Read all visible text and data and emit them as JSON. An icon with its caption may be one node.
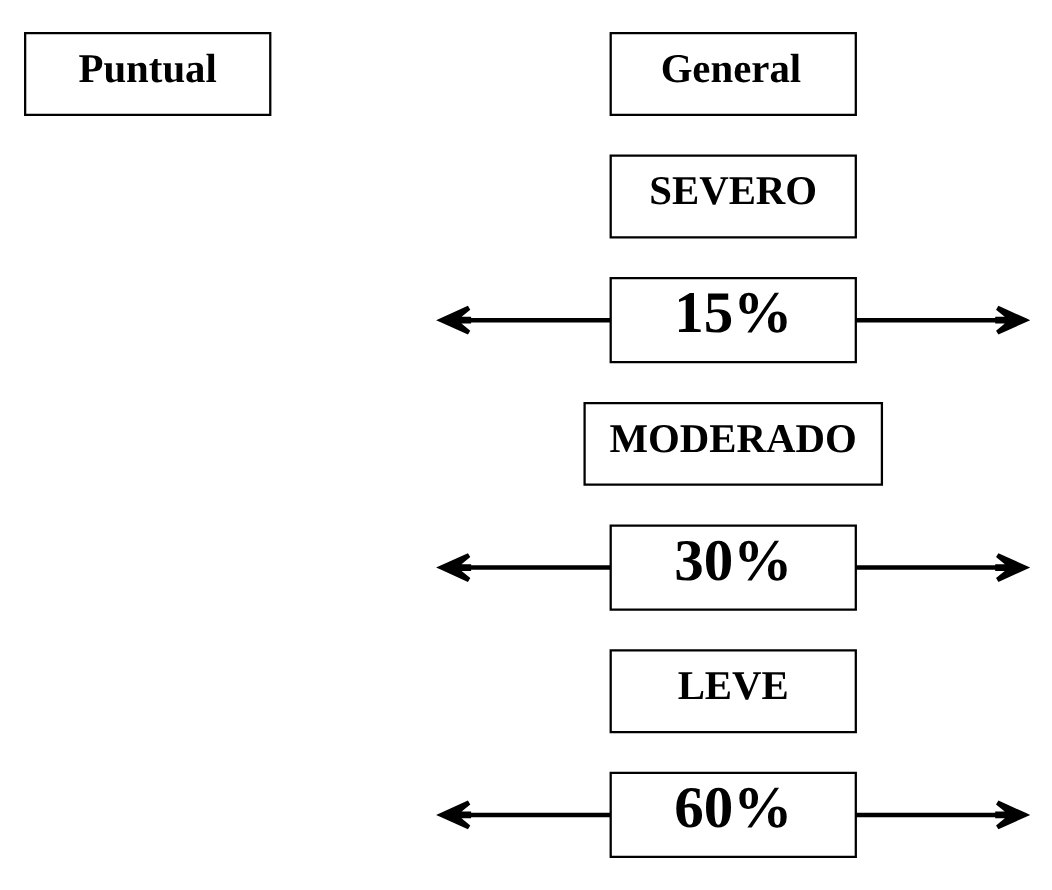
{
  "diagram": {
    "nodes": [
      {
        "text": [
          "Puntual"
        ]
      },
      {
        "text": [
          "General"
        ]
      },
      {
        "text": [
          "SEVERO"
        ]
      },
      {
        "text": [
          "15%"
        ]
      },
      {
        "text": [
          "MODERADO"
        ]
      },
      {
        "text": [
          "30%"
        ]
      },
      {
        "text": [
          "LEVE"
        ]
      },
      {
        "text": [
          "60%"
        ]
      }
    ],
    "edges": [
      {
        "from": 3,
        "to": null,
        "arrow": "to"
      },
      {
        "from": 3,
        "to": null,
        "arrow": "to"
      },
      {
        "from": 5,
        "to": null,
        "arrow": "to"
      },
      {
        "from": 5,
        "to": null,
        "arrow": "to"
      },
      {
        "from": 7,
        "to": null,
        "arrow": "to"
      },
      {
        "from": 7,
        "to": null,
        "arrow": "to"
      }
    ]
  }
}
